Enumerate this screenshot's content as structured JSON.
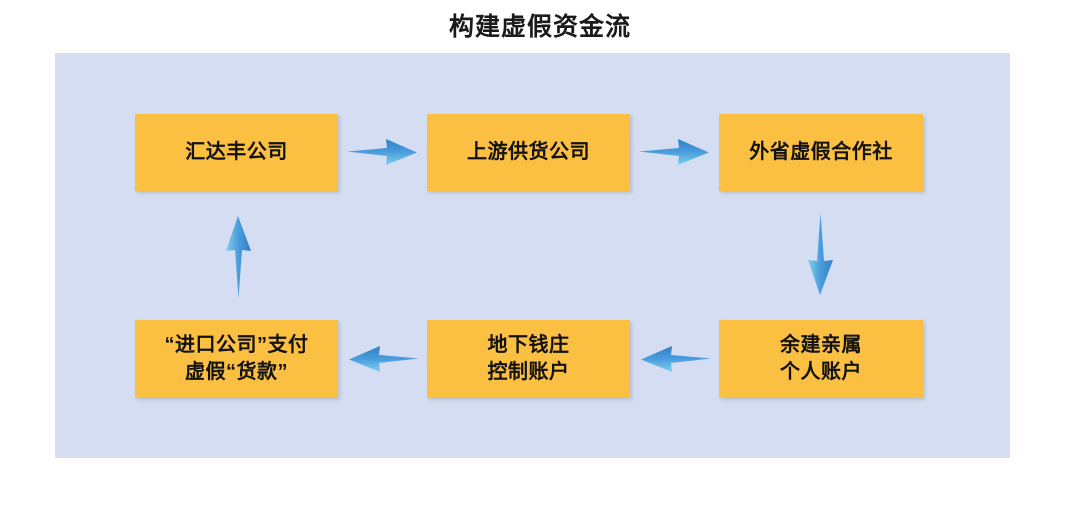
{
  "title": "构建虚假资金流",
  "panel": {
    "background_color": "#d4ddf1",
    "node_color": "#fbbf41",
    "arrow_color": "#3f93d4",
    "text_color": "#121212"
  },
  "nodes": [
    {
      "id": "n1",
      "lines": [
        "汇达丰公司"
      ]
    },
    {
      "id": "n2",
      "lines": [
        "上游供货公司"
      ]
    },
    {
      "id": "n3",
      "lines": [
        "外省虚假合作社"
      ]
    },
    {
      "id": "n4",
      "lines": [
        "“进口公司”支付",
        "虚假“货款”"
      ]
    },
    {
      "id": "n5",
      "lines": [
        "地下钱庄",
        "控制账户"
      ]
    },
    {
      "id": "n6",
      "lines": [
        "余建亲属",
        "个人账户"
      ]
    }
  ],
  "arrows": [
    {
      "id": "a1",
      "from": "n1",
      "to": "n2",
      "direction": "right"
    },
    {
      "id": "a2",
      "from": "n2",
      "to": "n3",
      "direction": "right"
    },
    {
      "id": "a3",
      "from": "n3",
      "to": "n6",
      "direction": "down"
    },
    {
      "id": "a4",
      "from": "n6",
      "to": "n5",
      "direction": "left"
    },
    {
      "id": "a5",
      "from": "n5",
      "to": "n4",
      "direction": "left"
    },
    {
      "id": "a6",
      "from": "n4",
      "to": "n1",
      "direction": "up"
    }
  ]
}
